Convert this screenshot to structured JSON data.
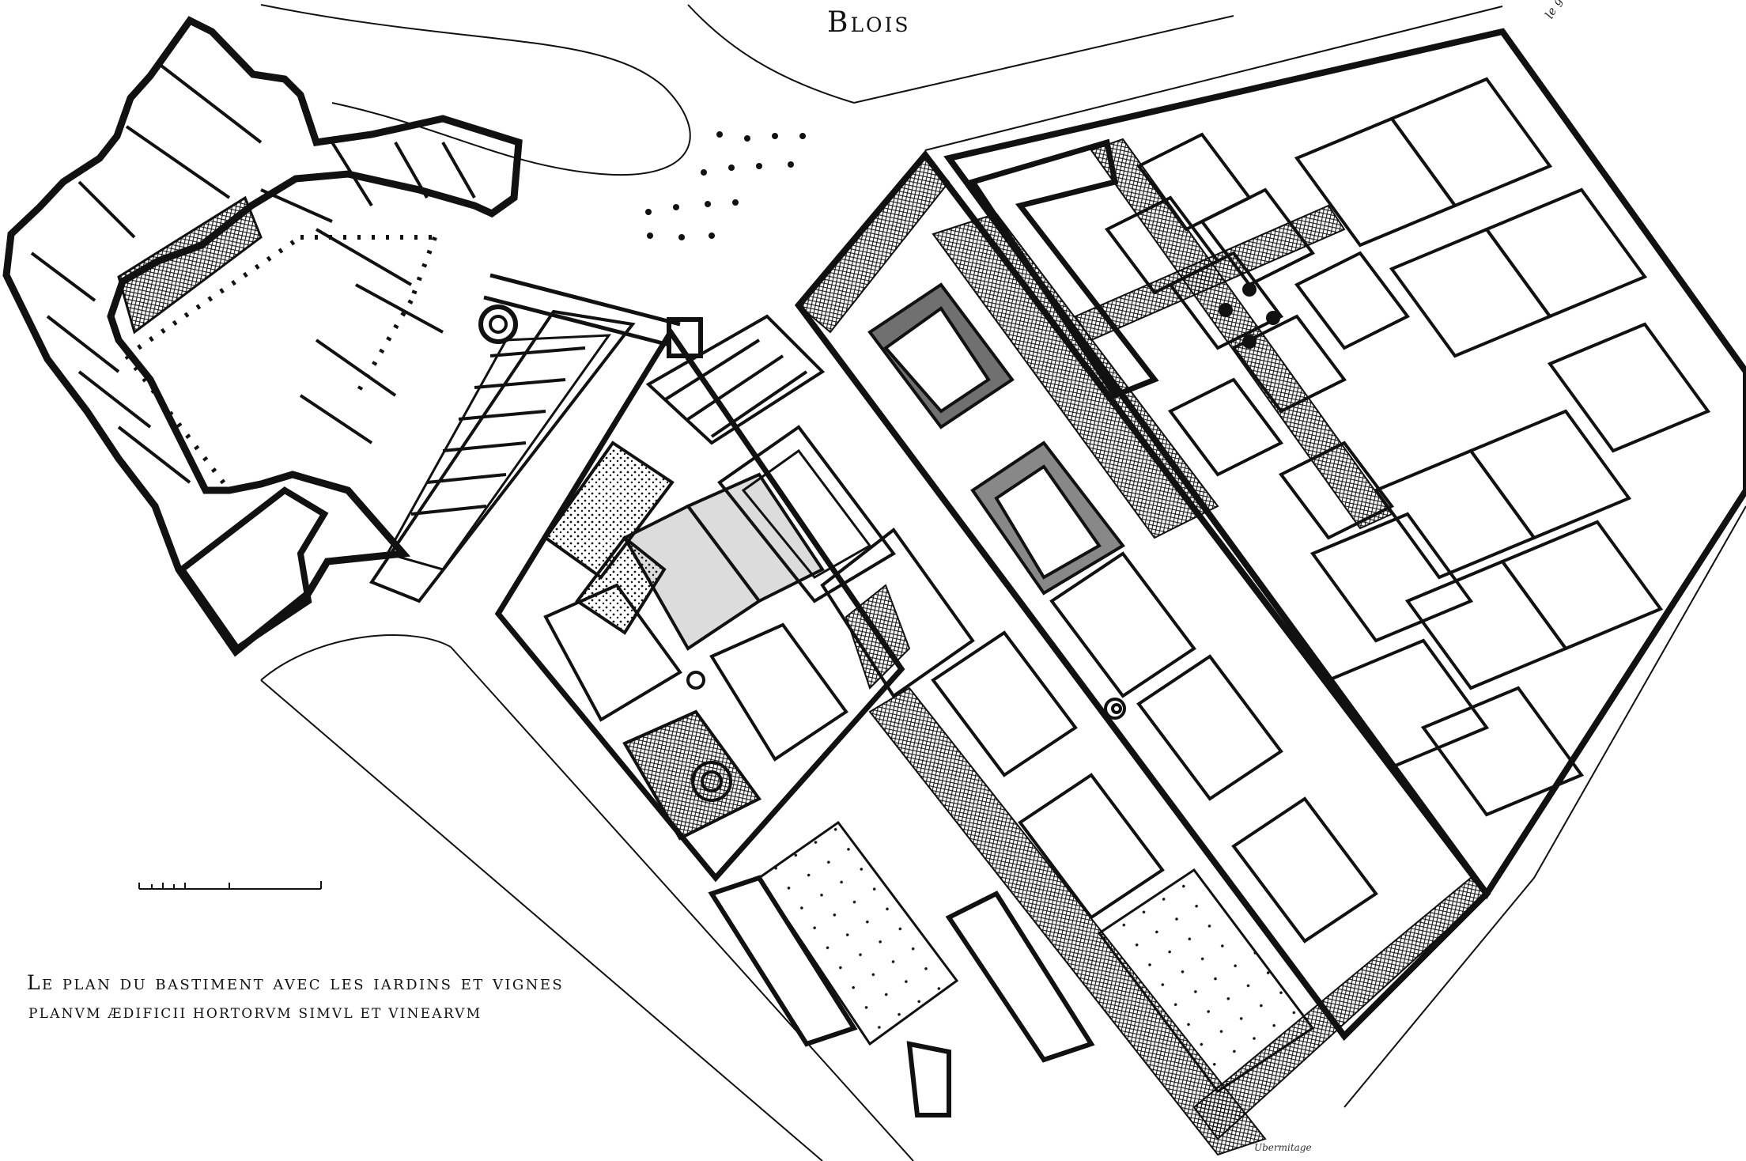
{
  "map": {
    "title": "Blois",
    "caption_fr": "Le plan du bastiment avec les iardins et vignes",
    "caption_la": "PLANVM ÆDIFICII HORTORVM SIMVL ET VINEARVM",
    "corner_note": "le grand che... de la forest",
    "signature": "Ubermitage"
  },
  "colors": {
    "ink": "#111111",
    "paper": "#ffffff"
  }
}
